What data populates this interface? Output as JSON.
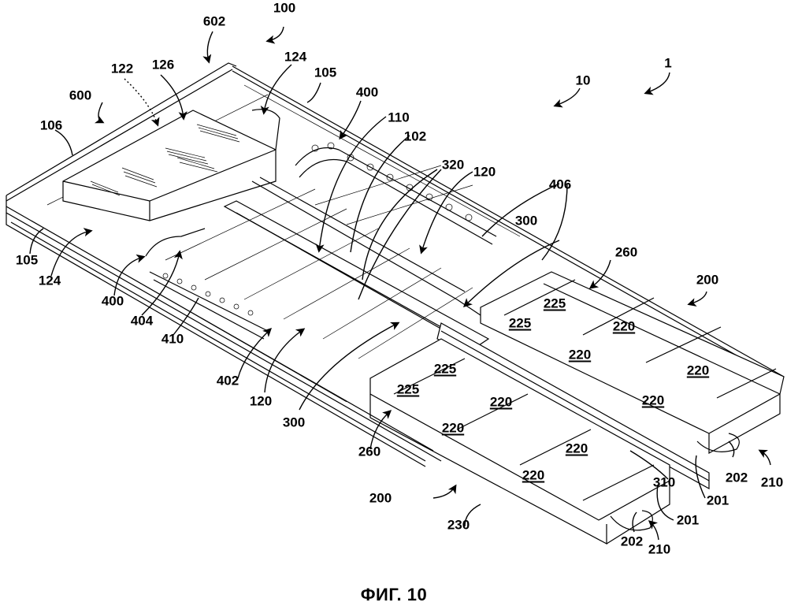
{
  "figure": {
    "caption": "ФИГ. 10",
    "type": "patent line drawing — isometric view of server chassis with sliding drive trays"
  },
  "reference_labels": [
    {
      "id": "l-1",
      "text": "1",
      "underlined": false
    },
    {
      "id": "l-10",
      "text": "10",
      "underlined": false
    },
    {
      "id": "l-100",
      "text": "100",
      "underlined": false
    },
    {
      "id": "l-602",
      "text": "602",
      "underlined": false
    },
    {
      "id": "l-122",
      "text": "122",
      "underlined": false
    },
    {
      "id": "l-126",
      "text": "126",
      "underlined": false
    },
    {
      "id": "l-124a",
      "text": "124",
      "underlined": false
    },
    {
      "id": "l-105a",
      "text": "105",
      "underlined": false
    },
    {
      "id": "l-600",
      "text": "600",
      "underlined": false
    },
    {
      "id": "l-106",
      "text": "106",
      "underlined": false
    },
    {
      "id": "l-400a",
      "text": "400",
      "underlined": false
    },
    {
      "id": "l-110",
      "text": "110",
      "underlined": false
    },
    {
      "id": "l-102",
      "text": "102",
      "underlined": false
    },
    {
      "id": "l-320",
      "text": "320",
      "underlined": false
    },
    {
      "id": "l-120a",
      "text": "120",
      "underlined": false
    },
    {
      "id": "l-406",
      "text": "406",
      "underlined": false
    },
    {
      "id": "l-300a",
      "text": "300",
      "underlined": false
    },
    {
      "id": "l-260a",
      "text": "260",
      "underlined": false
    },
    {
      "id": "l-200a",
      "text": "200",
      "underlined": false
    },
    {
      "id": "l-105b",
      "text": "105",
      "underlined": false
    },
    {
      "id": "l-124b",
      "text": "124",
      "underlined": false
    },
    {
      "id": "l-400b",
      "text": "400",
      "underlined": false
    },
    {
      "id": "l-404",
      "text": "404",
      "underlined": false
    },
    {
      "id": "l-410",
      "text": "410",
      "underlined": false
    },
    {
      "id": "l-402",
      "text": "402",
      "underlined": false
    },
    {
      "id": "l-120b",
      "text": "120",
      "underlined": false
    },
    {
      "id": "l-300b",
      "text": "300",
      "underlined": false
    },
    {
      "id": "l-260b",
      "text": "260",
      "underlined": false
    },
    {
      "id": "l-200b",
      "text": "200",
      "underlined": false
    },
    {
      "id": "l-230",
      "text": "230",
      "underlined": false
    },
    {
      "id": "l-310",
      "text": "310",
      "underlined": false
    },
    {
      "id": "l-201a",
      "text": "201",
      "underlined": false
    },
    {
      "id": "l-201b",
      "text": "201",
      "underlined": false
    },
    {
      "id": "l-202a",
      "text": "202",
      "underlined": false
    },
    {
      "id": "l-202b",
      "text": "202",
      "underlined": false
    },
    {
      "id": "l-210a",
      "text": "210",
      "underlined": false
    },
    {
      "id": "l-210b",
      "text": "210",
      "underlined": false
    },
    {
      "id": "l-225a",
      "text": "225",
      "underlined": true
    },
    {
      "id": "l-225b",
      "text": "225",
      "underlined": true
    },
    {
      "id": "l-225c",
      "text": "225",
      "underlined": true
    },
    {
      "id": "l-225d",
      "text": "225",
      "underlined": true
    },
    {
      "id": "l-220a",
      "text": "220",
      "underlined": true
    },
    {
      "id": "l-220b",
      "text": "220",
      "underlined": true
    },
    {
      "id": "l-220c",
      "text": "220",
      "underlined": true
    },
    {
      "id": "l-220d",
      "text": "220",
      "underlined": true
    },
    {
      "id": "l-220e",
      "text": "220",
      "underlined": true
    },
    {
      "id": "l-220f",
      "text": "220",
      "underlined": true
    },
    {
      "id": "l-220g",
      "text": "220",
      "underlined": true
    },
    {
      "id": "l-220h",
      "text": "220",
      "underlined": true
    }
  ]
}
